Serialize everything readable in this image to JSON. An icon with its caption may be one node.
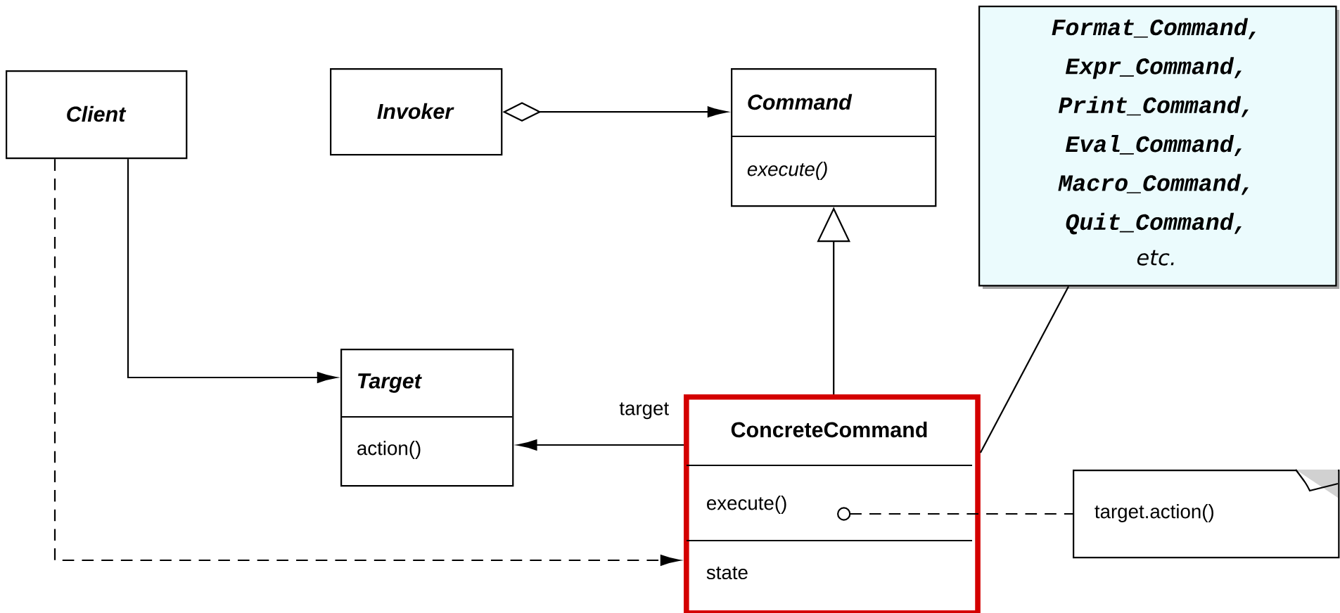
{
  "diagram": {
    "nodes": [
      {
        "text": [
          "Client"
        ]
      },
      {
        "text": [
          "Invoker"
        ]
      },
      {
        "text": [
          "Command",
          "execute()"
        ]
      },
      {
        "text": [
          "Format_Command, Expr_Command, Print_Command, Eval_Command, Macro_Command, Quit_Command,",
          "etc."
        ]
      },
      {
        "text": [
          "Target",
          "action()"
        ]
      },
      {
        "text": [
          "ConcreteCommand",
          "execute()",
          "state"
        ]
      },
      {
        "text": [
          "target.action()"
        ]
      }
    ],
    "edges": [
      {
        "from": 1,
        "to": 2,
        "arrow": "to"
      },
      {
        "from": 0,
        "to": 4,
        "arrow": "to"
      },
      {
        "from": 0,
        "to": 5,
        "arrow": "to",
        "style": "dashed"
      },
      {
        "from": 5,
        "to": 2,
        "arrow": "to"
      },
      {
        "from": 5,
        "to": 4,
        "arrow": "to",
        "label": "target"
      },
      {
        "from": 5,
        "to": 6,
        "arrow": "other",
        "style": "dashed"
      },
      {
        "from": 3,
        "to": 5,
        "arrow": "none"
      }
    ]
  }
}
